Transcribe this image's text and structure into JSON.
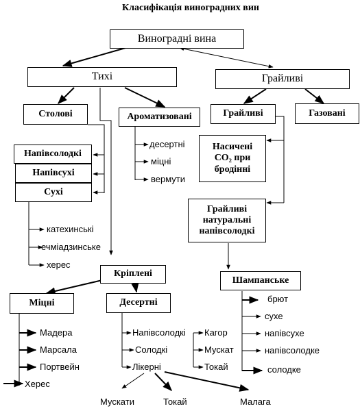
{
  "title": "Класифікація виноградних вин",
  "root": "Виноградні вина",
  "still": {
    "label": "Тихі",
    "table": {
      "label": "Столові",
      "types": [
        "Напівсолодкі",
        "Напівсухі",
        "Сухі"
      ],
      "examples": [
        "катехинські",
        "ечміадзинське",
        "херес"
      ]
    },
    "aromatized": {
      "label": "Ароматизовані",
      "types": [
        "десертні",
        "міцні",
        "вермути"
      ]
    },
    "fortified": {
      "label": "Кріплені",
      "strong": {
        "label": "Міцні",
        "examples": [
          "Мадера",
          "Марсала",
          "Портвейн",
          "Херес"
        ]
      },
      "dessert": {
        "label": "Десертні",
        "types": [
          "Напівсолодкі",
          "Солодкі",
          "Лікерні"
        ],
        "examples": [
          "Кагор",
          "Мускат",
          "Токай"
        ],
        "liqueur_examples": [
          "Мускати",
          "Токай",
          "Малага"
        ]
      }
    }
  },
  "sparkling": {
    "label": "Грайливі",
    "sparkling_sub": "Грайливі",
    "carbonated": "Газовані",
    "saturated": "Насичені СО₂ при бродінні",
    "natural": "Грайливі натуральні напівсолодкі",
    "champagne": {
      "label": "Шампанське",
      "types": [
        "брют",
        "сухе",
        "напівсухе",
        "напівсолодке",
        "солодке"
      ]
    }
  }
}
